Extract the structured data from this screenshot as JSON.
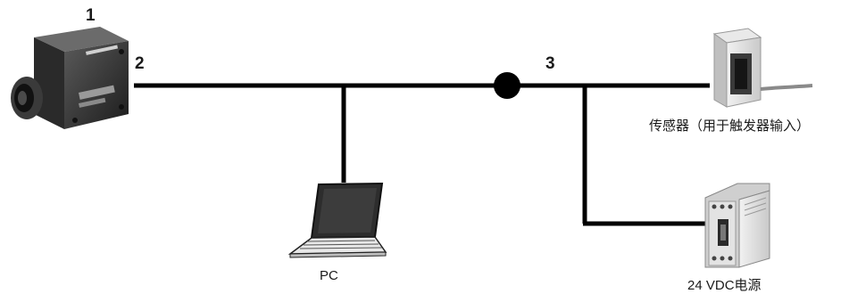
{
  "callouts": {
    "camera": "1",
    "cable_camera": "2",
    "cable_io": "3"
  },
  "devices": {
    "pc": "PC",
    "sensor": "传感器（用于触发器输入）",
    "power_supply": "24 VDC电源"
  },
  "icons": {
    "camera": "industrial-camera-icon",
    "pc": "laptop-icon",
    "sensor": "photoelectric-sensor-icon",
    "power_supply": "din-rail-power-supply-icon"
  },
  "colors": {
    "line": "#000000",
    "device_dark": "#2b2b2b",
    "device_light": "#e6e6e6"
  }
}
